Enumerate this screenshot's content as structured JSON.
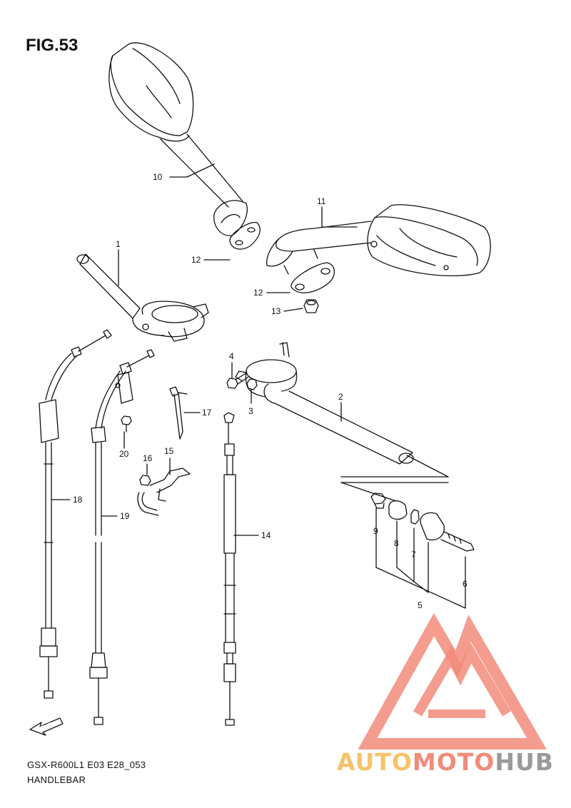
{
  "figure": {
    "title": "FIG.53",
    "model_code": "GSX-R600L1 E03 E28_053",
    "section_name": "HANDLEBAR"
  },
  "callouts": [
    {
      "id": "1",
      "part": "handlebar-left"
    },
    {
      "id": "2",
      "part": "handlebar-right"
    },
    {
      "id": "3",
      "part": "nut"
    },
    {
      "id": "4",
      "part": "bolt"
    },
    {
      "id": "5",
      "part": "balancer-set"
    },
    {
      "id": "6",
      "part": "screw"
    },
    {
      "id": "7",
      "part": "washer"
    },
    {
      "id": "8",
      "part": "spacer"
    },
    {
      "id": "9",
      "part": "end-insert"
    },
    {
      "id": "10",
      "part": "mirror-left"
    },
    {
      "id": "11",
      "part": "mirror-right"
    },
    {
      "id": "12",
      "part": "mirror-spacer"
    },
    {
      "id": "12",
      "part": "mirror-spacer"
    },
    {
      "id": "13",
      "part": "mirror-nut"
    },
    {
      "id": "14",
      "part": "clutch-cable"
    },
    {
      "id": "15",
      "part": "cable-clamp"
    },
    {
      "id": "16",
      "part": "clamp-bolt"
    },
    {
      "id": "17",
      "part": "cable-guide"
    },
    {
      "id": "18",
      "part": "throttle-cable-pull"
    },
    {
      "id": "19",
      "part": "throttle-cable-return"
    },
    {
      "id": "20",
      "part": "guide-bolt"
    }
  ],
  "direction_marker": "FWD",
  "watermark": {
    "part1": "AUTO",
    "part2": "MOTO",
    "part3": "HUB",
    "colors": {
      "auto": "#f5c46a",
      "moto": "#f28b7a",
      "hub": "#9a9a9a",
      "logo": "#f28b7a"
    }
  }
}
